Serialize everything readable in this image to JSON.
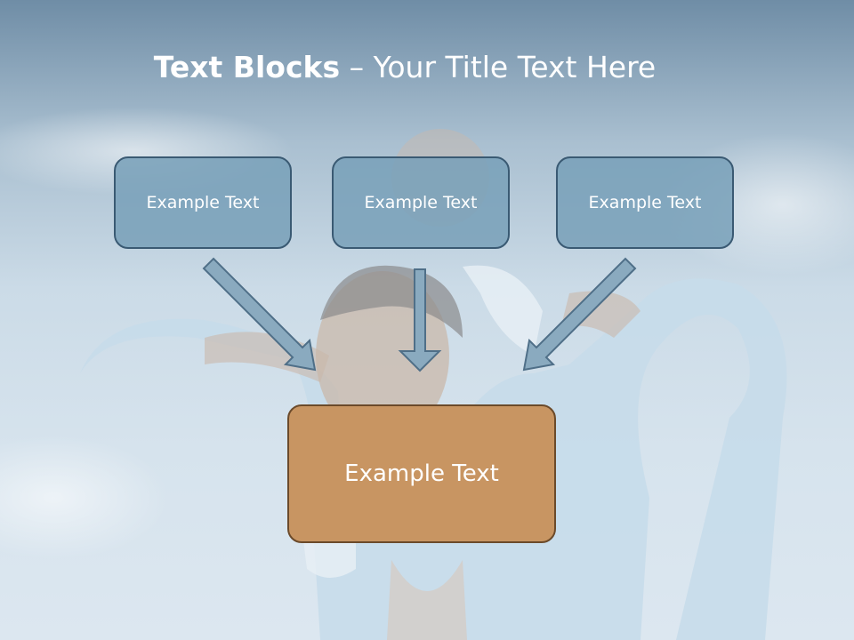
{
  "slide": {
    "title_bold": "Text Blocks",
    "title_dash": " – ",
    "title_rest": "Your Title Text Here"
  },
  "blocks": [
    {
      "label": "Example Text"
    },
    {
      "label": "Example Text"
    },
    {
      "label": "Example Text"
    }
  ],
  "target": {
    "label": "Example Text"
  },
  "colors": {
    "top_box_fill": "#78a0b9",
    "top_box_border": "#3a5a73",
    "target_fill": "#c89562",
    "target_border": "#6b4a2a",
    "arrow_fill": "#8aaabf",
    "arrow_stroke": "#4f6f88"
  }
}
